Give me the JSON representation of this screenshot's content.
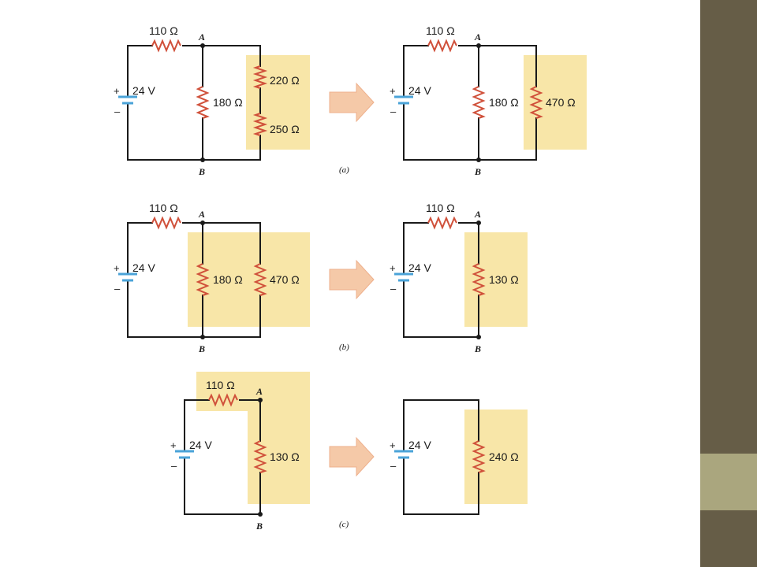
{
  "colors": {
    "sidebar": "#665d47",
    "sidebar_accent": "#aaa67e",
    "highlight": "#f8e6a8",
    "arrow_fill": "#f5c9a8",
    "arrow_stroke": "#eeb08c",
    "resistor": "#d0503a",
    "battery_plate": "#4aa3d8"
  },
  "panels": {
    "a": {
      "caption": "(a)",
      "left": {
        "r_top": "110 Ω",
        "voltage": "24 V",
        "r_mid": "180 Ω",
        "r_right_top": "220 Ω",
        "r_right_bottom": "250 Ω",
        "node_a": "A",
        "node_b": "B",
        "plus": "+",
        "minus": "–"
      },
      "right": {
        "r_top": "110 Ω",
        "voltage": "24 V",
        "r_mid": "180 Ω",
        "r_right": "470 Ω",
        "node_a": "A",
        "node_b": "B",
        "plus": "+",
        "minus": "–"
      }
    },
    "b": {
      "caption": "(b)",
      "left": {
        "r_top": "110 Ω",
        "voltage": "24 V",
        "r_mid": "180 Ω",
        "r_right": "470 Ω",
        "node_a": "A",
        "node_b": "B",
        "plus": "+",
        "minus": "–"
      },
      "right": {
        "r_top": "110 Ω",
        "voltage": "24 V",
        "r_right": "130 Ω",
        "node_a": "A",
        "node_b": "B",
        "plus": "+",
        "minus": "–"
      }
    },
    "c": {
      "caption": "(c)",
      "left": {
        "r_top": "110 Ω",
        "voltage": "24 V",
        "r_right": "130 Ω",
        "node_a": "A",
        "node_b": "B",
        "plus": "+",
        "minus": "–"
      },
      "right": {
        "voltage": "24 V",
        "r_right": "240 Ω",
        "plus": "+",
        "minus": "–"
      }
    }
  }
}
